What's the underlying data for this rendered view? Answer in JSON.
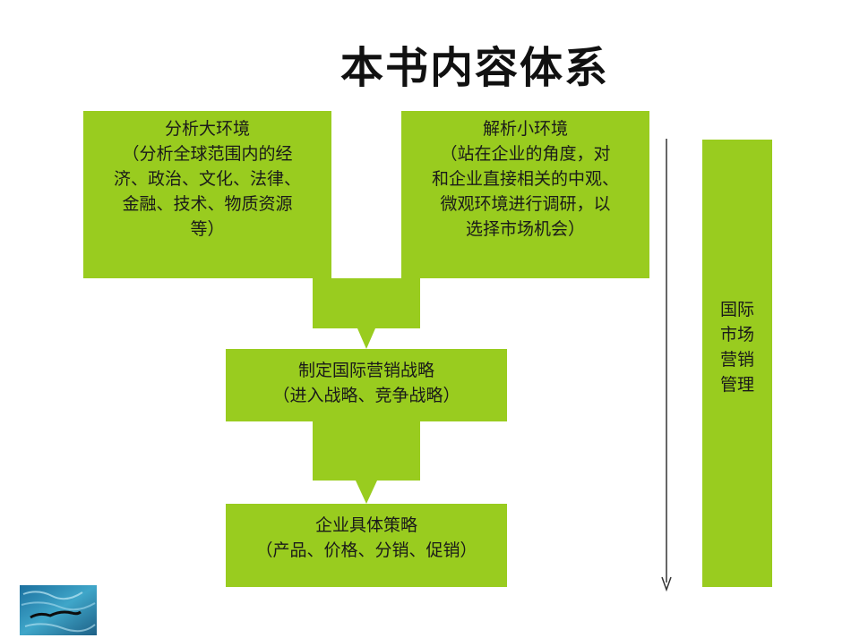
{
  "title": "本书内容体系",
  "boxes": {
    "macro": [
      "分析大环境",
      "（分析全球范围内的经",
      "济、政治、文化、法律、",
      "金融、技术、物质资源",
      "等）"
    ],
    "micro": [
      "解析小环境",
      "（站在企业的角度，对",
      "和企业直接相关的中观、",
      "微观环境进行调研，以",
      "选择市场机会）"
    ],
    "strategy": [
      "制定国际营销战略",
      "（进入战略、竞争战略）"
    ],
    "tactics": [
      "企业具体策略",
      "（产品、价格、分销、促销）"
    ],
    "side": [
      "国际",
      "市场",
      "营销",
      "管理"
    ]
  },
  "colors": {
    "box_fill": "#99cc1f",
    "text": "#1a1a1a",
    "line": "#333333"
  },
  "icons": {
    "flow_arrow": "down-arrow-icon",
    "timeline": "down-line-arrow-icon",
    "corner": "water-photo"
  }
}
